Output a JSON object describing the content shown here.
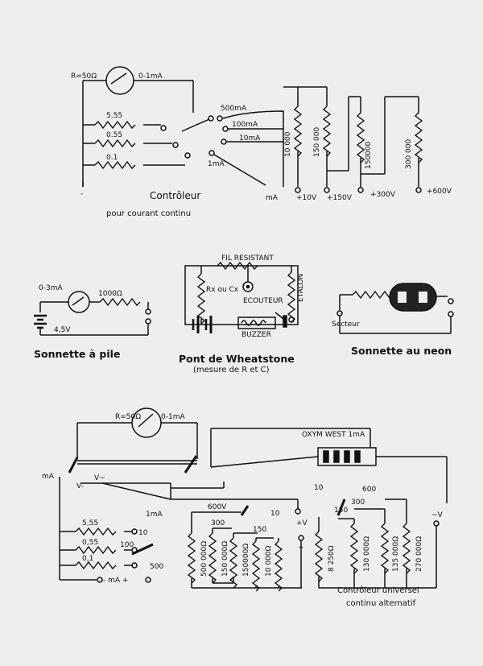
{
  "top": {
    "meter_r": "R=50Ω",
    "meter_range": "0-1mA",
    "shunts": [
      "5.55",
      "0.55",
      "0.1"
    ],
    "ranges": [
      "500mA",
      "100mA",
      "10mA",
      "1mA"
    ],
    "minus": "-",
    "terminals": [
      "mA",
      "+10V",
      "+150V",
      "+300V",
      "+600V"
    ],
    "series_res": [
      "10 000",
      "150 000",
      "150000",
      "300 000"
    ],
    "title1": "Contrôleur",
    "title2": "pour courant continu"
  },
  "pile": {
    "meter": "0-3mA",
    "res": "1000Ω",
    "battery": "4,5V",
    "caption": "Sonnette à pile"
  },
  "bridge": {
    "wire": "FIL RESISTANT",
    "rx": "Rx ou Cx",
    "etalon": "ETALON",
    "earphone": "ECOUTEUR",
    "buzzer": "BUZZER",
    "caption": "Pont de Wheatstone",
    "subcaption": "(mesure de R et C)"
  },
  "neon": {
    "secteur": "Secteur",
    "caption": "Sonnette au neon"
  },
  "bottom": {
    "meter_r": "R=50Ω",
    "meter_range": "0-1mA",
    "rectifier": "OXYM WEST 1mA",
    "ma_label": "mA",
    "v_dc": "V-",
    "v_ac": "V~",
    "shunts": [
      "5,55",
      "0,55",
      "0,1"
    ],
    "ranges": [
      "1mA",
      "10",
      "100",
      "500"
    ],
    "term_ma": "- mA +",
    "dc_stops": [
      "600V",
      "300",
      "150",
      "10"
    ],
    "dc_res": [
      "500 000Ω",
      "150 000Ω",
      "150000Ω",
      "10 000Ω"
    ],
    "plus_v": "+V",
    "plus": "+",
    "ac_stops": [
      "10",
      "150",
      "300",
      "600"
    ],
    "ac_res": [
      "8 250Ω",
      "130 000Ω",
      "135 000Ω",
      "270 000Ω"
    ],
    "ac_v": "~V",
    "title1": "Contrôleur universel",
    "title2": "continu alternatif"
  }
}
